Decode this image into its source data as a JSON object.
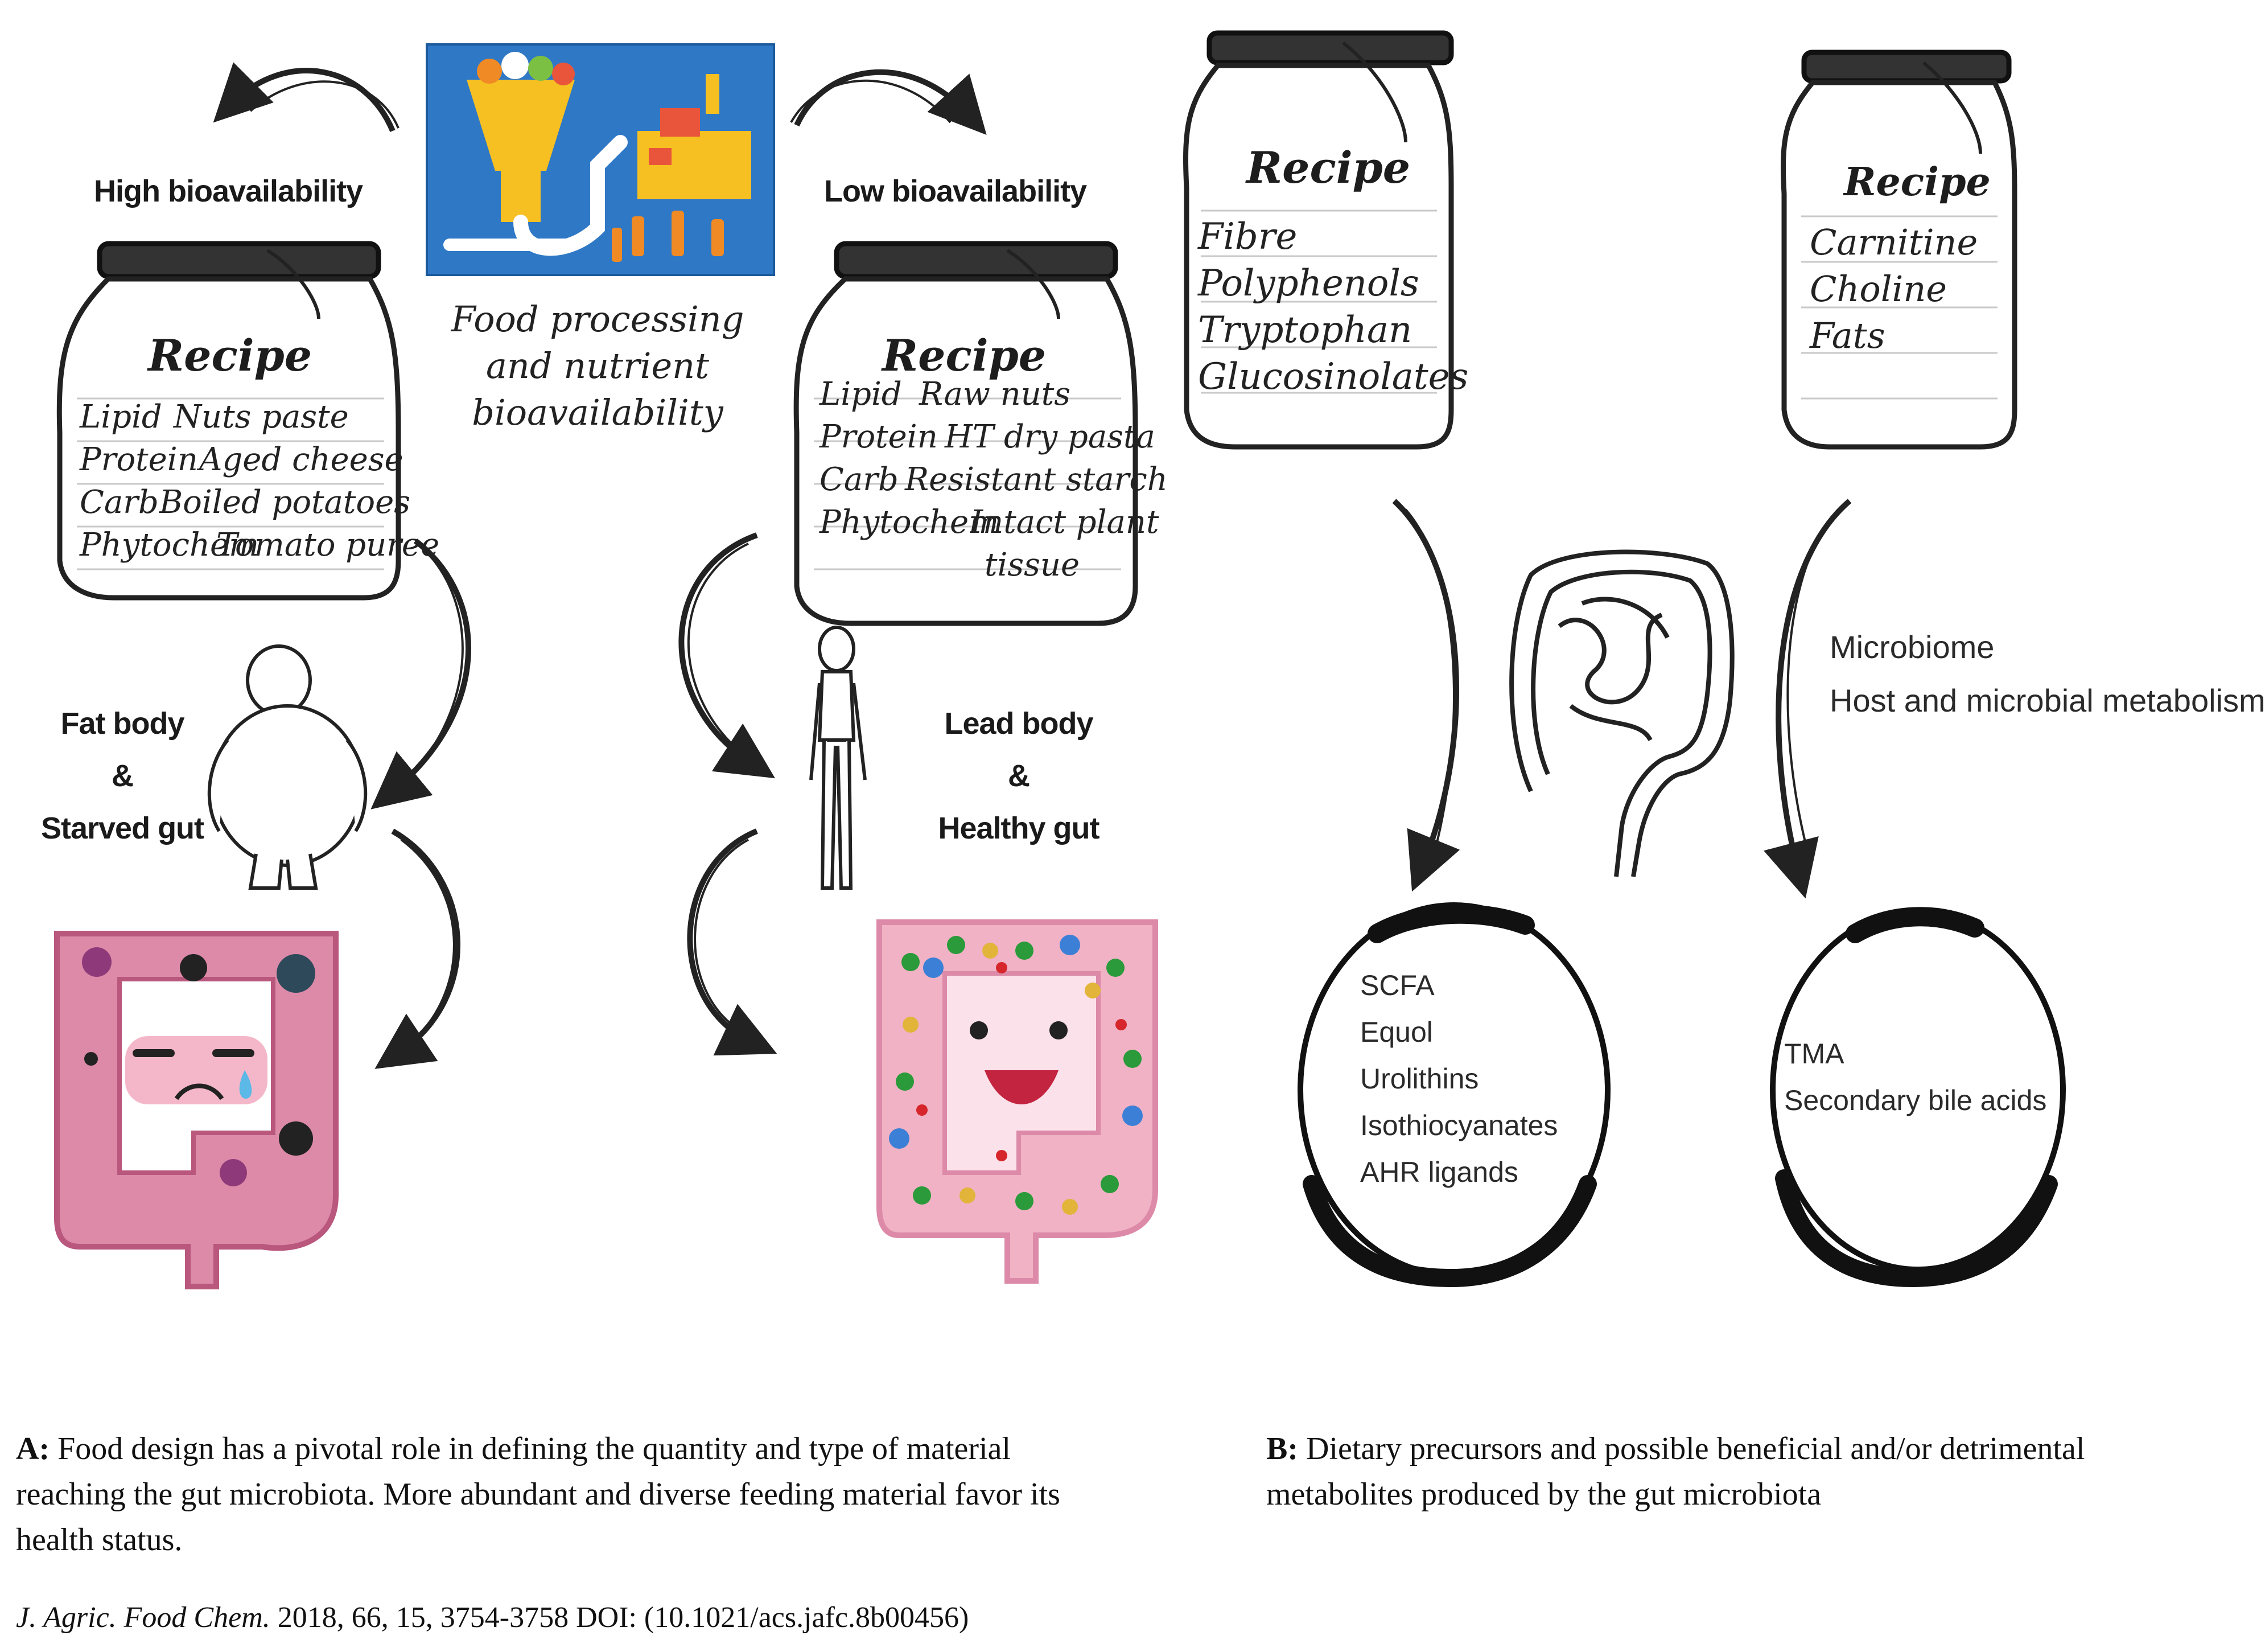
{
  "process": {
    "caption_lines": [
      "Food processing",
      "and nutrient",
      "bioavailability"
    ]
  },
  "panel_a": {
    "high_label": "High bioavailability",
    "low_label": "Low bioavailability",
    "recipe_title": "Recipe",
    "left_jar": [
      {
        "nutrient": "Lipid",
        "food": "Nuts paste"
      },
      {
        "nutrient": "Protein",
        "food": "Aged cheese"
      },
      {
        "nutrient": "Carb",
        "food": "Boiled potatoes"
      },
      {
        "nutrient": "Phytochem",
        "food": "Tomato puree"
      }
    ],
    "right_jar": [
      {
        "nutrient": "Lipid",
        "food": "Raw nuts"
      },
      {
        "nutrient": "Protein",
        "food": "HT dry pasta"
      },
      {
        "nutrient": "Carb",
        "food": "Resistant starch"
      },
      {
        "nutrient": "Phytochem",
        "food": "Intact plant"
      },
      {
        "nutrient": "",
        "food": "tissue"
      }
    ],
    "fat_label": [
      "Fat body",
      "&",
      "Starved gut"
    ],
    "lead_label": [
      "Lead body",
      "&",
      "Healthy gut"
    ]
  },
  "panel_b": {
    "recipe_title": "Recipe",
    "jar1": [
      "Fibre",
      "Polyphenols",
      "Tryptophan",
      "Glucosinolates"
    ],
    "jar2": [
      "Carnitine",
      "Choline",
      "Fats"
    ],
    "microbiome_lines": [
      "Microbiome",
      "Host and microbial metabolism"
    ],
    "circle1": [
      "SCFA",
      "Equol",
      "Urolithins",
      "Isothiocyanates",
      "AHR ligands"
    ],
    "circle2": [
      "TMA",
      "Secondary bile acids"
    ]
  },
  "captions": {
    "a_label": "A:",
    "a_text": "Food design has a pivotal role in defining the quantity and type of material reaching the gut microbiota. More abundant and diverse feeding material favor its health status.",
    "b_label": "B:",
    "b_text": "Dietary precursors and possible beneficial and/or detrimental metabolites produced by the gut microbiota"
  },
  "reference": {
    "journal": "J. Agric. Food Chem.",
    "rest": " 2018, 66, 15, 3754-3758 DOI: (10.1021/acs.jafc.8b00456)"
  },
  "colors": {
    "process_bg": "#2f78c6",
    "process_yellow": "#f6bf22",
    "gut_pink": "#dc8aa8",
    "gut_dark": "#b9577d",
    "ink": "#1a1a1a"
  }
}
